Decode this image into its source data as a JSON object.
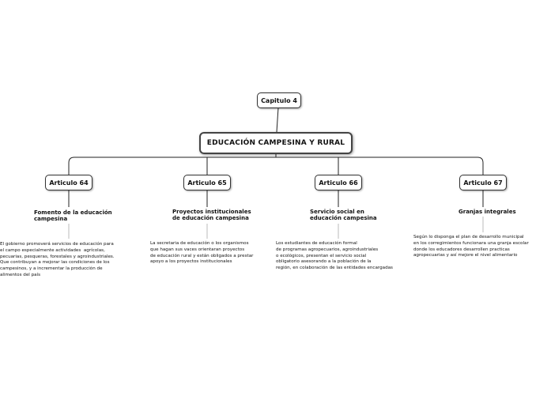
{
  "chapter": "Capitulo 4",
  "root": "EDUCACIÓN CAMPESINA Y RURAL",
  "articles": [
    {
      "label": "Articulo 64",
      "topic": "Fomento de la educación\ncampesina",
      "description": "El gobierno promoverá servicios de educación para\nel campo especialmente actividades  agrícolas,\npecuarias, pesqueras, forestales y agroindustriales.\nQue contribuyan a mejorar las condiciones de los\ncampesinos, y a incrementar la producción de\nalimentos del país"
    },
    {
      "label": "Articulo 65",
      "topic": "Proyectos institucionales\nde educación campesina",
      "description": "La secretaria de educación o los organismos\nque hagan sus vaces orientaran proyectos\nde educación rural y están obligados a prestar\napoyo a los proyectos institucionales"
    },
    {
      "label": "Articulo 66",
      "topic": "Servicio social en\neducación campesina",
      "description": "Los estudiantes de educación formal\nde programas agropecuarios, agroindustriales\no ecológicos, presentan el servicio social\nobligatorio asesorando a la población de la\nregión, en colaboración de las entidades encargadas"
    },
    {
      "label": "Articulo 67",
      "topic": "Granjas integrales",
      "description": "Según lo disponga el plan de desarrollo municipal\nen los corregimientos funcionara una granja escolar\ndonde los educadores desarrollen practicas\nagropecuarias y así mejore el nivel alimentario"
    }
  ]
}
